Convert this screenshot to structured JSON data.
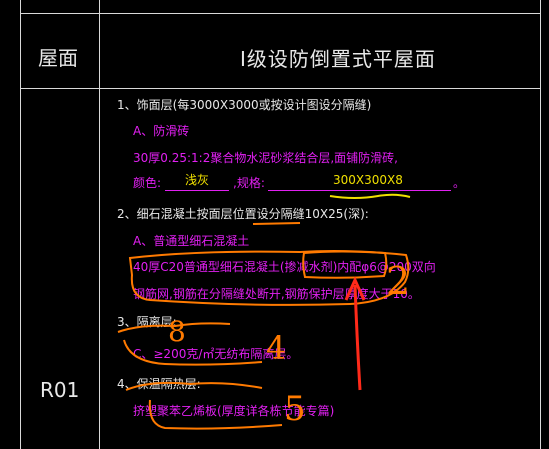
{
  "table": {
    "header_left": "屋面",
    "header_title": "I级设防倒置式平屋面",
    "code": "R01"
  },
  "items": {
    "item1_title": "1、饰面层(每3000X3000或按设计图设分隔缝)",
    "item1_a": "A、防滑砖",
    "item1_line2": "30厚0.25:1:2聚合物水泥砂浆结合层,面铺防滑砖,",
    "item1_color_label": "颜色:",
    "item1_color_value": "浅灰",
    "item1_spec_label": ",规格:",
    "item1_spec_value": "300X300X8",
    "item1_tail": "。",
    "item2_title": "2、细石混凝土按面层位置设分隔缝10X25(深):",
    "item2_a": "A、普通型细石混凝土",
    "item2_line2": "40厚C20普通型细石混凝土(掺减水剂)内配φ6@200双向",
    "item2_line3": "钢筋网,钢筋在分隔缝处断开,钢筋保护层厚度大于10。",
    "item3_title": "3、隔离层:",
    "item3_a": "C、≥200克/㎡无纺布隔离层。",
    "item4_title": "4、保温隔热层:",
    "item4_a": "挤塑聚苯乙烯板(厚度详各栋节能专篇)"
  },
  "annotations": {
    "num2": "2",
    "num3": "8",
    "num4": "4",
    "num5": "5"
  },
  "colors": {
    "background": "#000000",
    "grid": "#d9d9d9",
    "white_text": "#e8e8e8",
    "yellow_text": "#f0e000",
    "magenta_text": "#e020f0",
    "annotation": "#ff7a00",
    "arrow": "#ff2a1a"
  }
}
